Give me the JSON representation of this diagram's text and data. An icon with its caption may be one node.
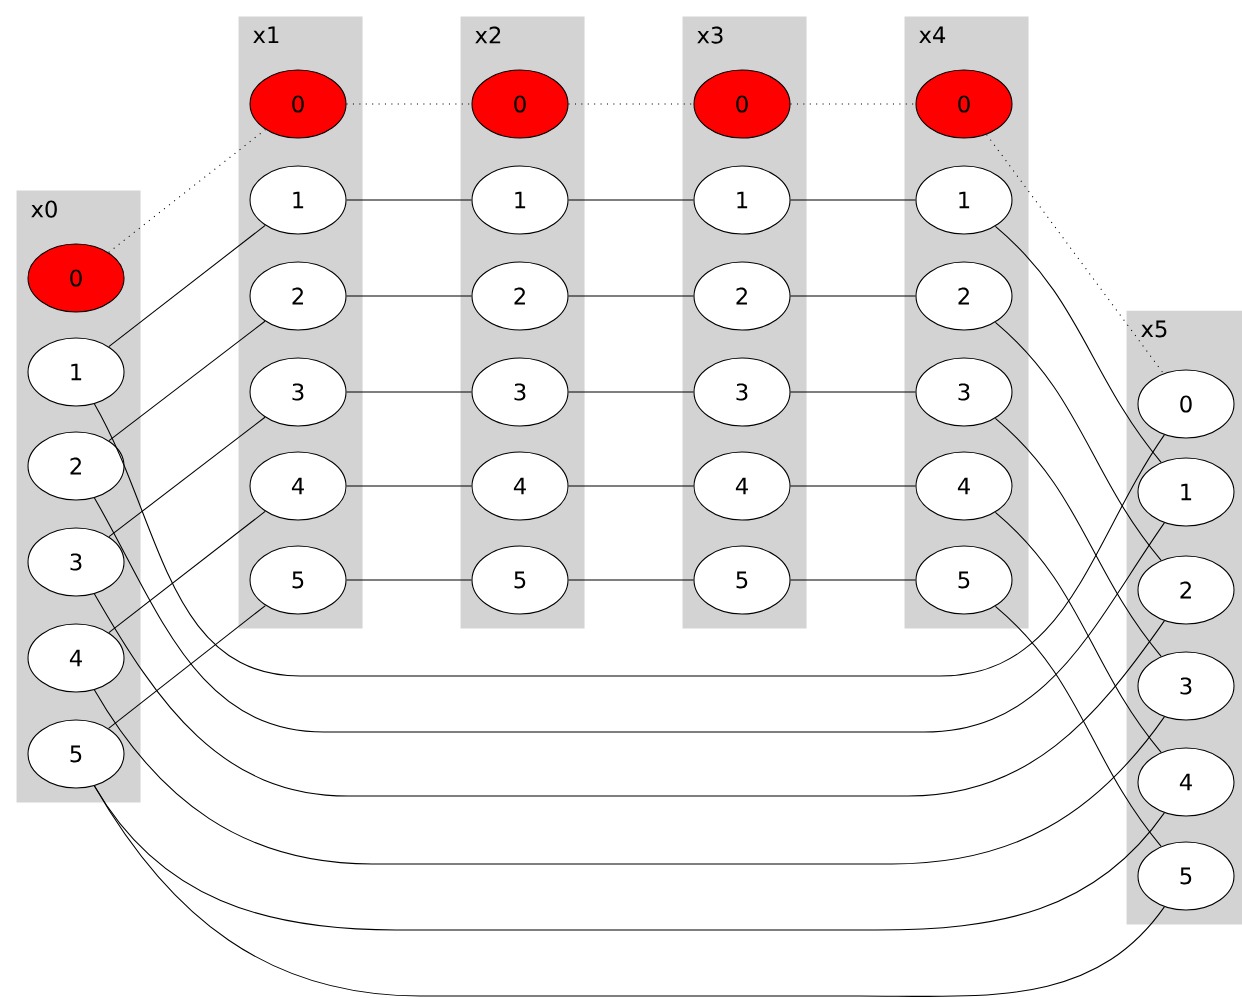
{
  "diagram": {
    "nodes": [
      {
        "text": [
          "x0"
        ]
      },
      {
        "text": [
          "0"
        ],
        "in": 0
      },
      {
        "text": [
          "1"
        ],
        "in": 0
      },
      {
        "text": [
          "2"
        ],
        "in": 0
      },
      {
        "text": [
          "3"
        ],
        "in": 0
      },
      {
        "text": [
          "4"
        ],
        "in": 0
      },
      {
        "text": [
          "5"
        ],
        "in": 0
      },
      {
        "text": [
          "x1"
        ]
      },
      {
        "text": [
          "0"
        ],
        "in": 7
      },
      {
        "text": [
          "1"
        ],
        "in": 7
      },
      {
        "text": [
          "2"
        ],
        "in": 7
      },
      {
        "text": [
          "3"
        ],
        "in": 7
      },
      {
        "text": [
          "4"
        ],
        "in": 7
      },
      {
        "text": [
          "5"
        ],
        "in": 7
      },
      {
        "text": [
          "x2"
        ]
      },
      {
        "text": [
          "0"
        ],
        "in": 14
      },
      {
        "text": [
          "1"
        ],
        "in": 14
      },
      {
        "text": [
          "2"
        ],
        "in": 14
      },
      {
        "text": [
          "3"
        ],
        "in": 14
      },
      {
        "text": [
          "4"
        ],
        "in": 14
      },
      {
        "text": [
          "5"
        ],
        "in": 14
      },
      {
        "text": [
          "x3"
        ]
      },
      {
        "text": [
          "0"
        ],
        "in": 21
      },
      {
        "text": [
          "1"
        ],
        "in": 21
      },
      {
        "text": [
          "2"
        ],
        "in": 21
      },
      {
        "text": [
          "3"
        ],
        "in": 21
      },
      {
        "text": [
          "4"
        ],
        "in": 21
      },
      {
        "text": [
          "5"
        ],
        "in": 21
      },
      {
        "text": [
          "x4"
        ]
      },
      {
        "text": [
          "0"
        ],
        "in": 28
      },
      {
        "text": [
          "1"
        ],
        "in": 28
      },
      {
        "text": [
          "2"
        ],
        "in": 28
      },
      {
        "text": [
          "3"
        ],
        "in": 28
      },
      {
        "text": [
          "4"
        ],
        "in": 28
      },
      {
        "text": [
          "5"
        ],
        "in": 28
      },
      {
        "text": [
          "x5"
        ]
      },
      {
        "text": [
          "0"
        ],
        "in": 35
      },
      {
        "text": [
          "1"
        ],
        "in": 35
      },
      {
        "text": [
          "2"
        ],
        "in": 35
      },
      {
        "text": [
          "3"
        ],
        "in": 35
      },
      {
        "text": [
          "4"
        ],
        "in": 35
      },
      {
        "text": [
          "5"
        ],
        "in": 35
      }
    ],
    "edges": [
      {
        "from": 1,
        "to": 8,
        "arrow": "none",
        "style": "dashed"
      },
      {
        "from": 8,
        "to": 15,
        "arrow": "none",
        "style": "dashed"
      },
      {
        "from": 15,
        "to": 22,
        "arrow": "none",
        "style": "dashed"
      },
      {
        "from": 22,
        "to": 29,
        "arrow": "none",
        "style": "dashed"
      },
      {
        "from": 29,
        "to": 36,
        "arrow": "none",
        "style": "dashed"
      },
      {
        "from": 2,
        "to": 9,
        "arrow": "none"
      },
      {
        "from": 3,
        "to": 10,
        "arrow": "none"
      },
      {
        "from": 4,
        "to": 11,
        "arrow": "none"
      },
      {
        "from": 5,
        "to": 12,
        "arrow": "none"
      },
      {
        "from": 6,
        "to": 13,
        "arrow": "none"
      },
      {
        "from": 9,
        "to": 16,
        "arrow": "none"
      },
      {
        "from": 10,
        "to": 17,
        "arrow": "none"
      },
      {
        "from": 11,
        "to": 18,
        "arrow": "none"
      },
      {
        "from": 12,
        "to": 19,
        "arrow": "none"
      },
      {
        "from": 13,
        "to": 20,
        "arrow": "none"
      },
      {
        "from": 16,
        "to": 23,
        "arrow": "none"
      },
      {
        "from": 17,
        "to": 24,
        "arrow": "none"
      },
      {
        "from": 18,
        "to": 25,
        "arrow": "none"
      },
      {
        "from": 19,
        "to": 26,
        "arrow": "none"
      },
      {
        "from": 20,
        "to": 27,
        "arrow": "none"
      },
      {
        "from": 23,
        "to": 30,
        "arrow": "none"
      },
      {
        "from": 24,
        "to": 31,
        "arrow": "none"
      },
      {
        "from": 25,
        "to": 32,
        "arrow": "none"
      },
      {
        "from": 26,
        "to": 33,
        "arrow": "none"
      },
      {
        "from": 27,
        "to": 34,
        "arrow": "none"
      },
      {
        "from": 30,
        "to": 37,
        "arrow": "none"
      },
      {
        "from": 31,
        "to": 38,
        "arrow": "none"
      },
      {
        "from": 32,
        "to": 39,
        "arrow": "none"
      },
      {
        "from": 33,
        "to": 40,
        "arrow": "none"
      },
      {
        "from": 34,
        "to": 41,
        "arrow": "none"
      },
      {
        "from": 2,
        "to": 36,
        "arrow": "none"
      },
      {
        "from": 3,
        "to": 37,
        "arrow": "none"
      },
      {
        "from": 4,
        "to": 38,
        "arrow": "none"
      },
      {
        "from": 5,
        "to": 39,
        "arrow": "none"
      },
      {
        "from": 6,
        "to": 40,
        "arrow": "none"
      },
      {
        "from": 6,
        "to": 41,
        "arrow": "none"
      }
    ]
  }
}
